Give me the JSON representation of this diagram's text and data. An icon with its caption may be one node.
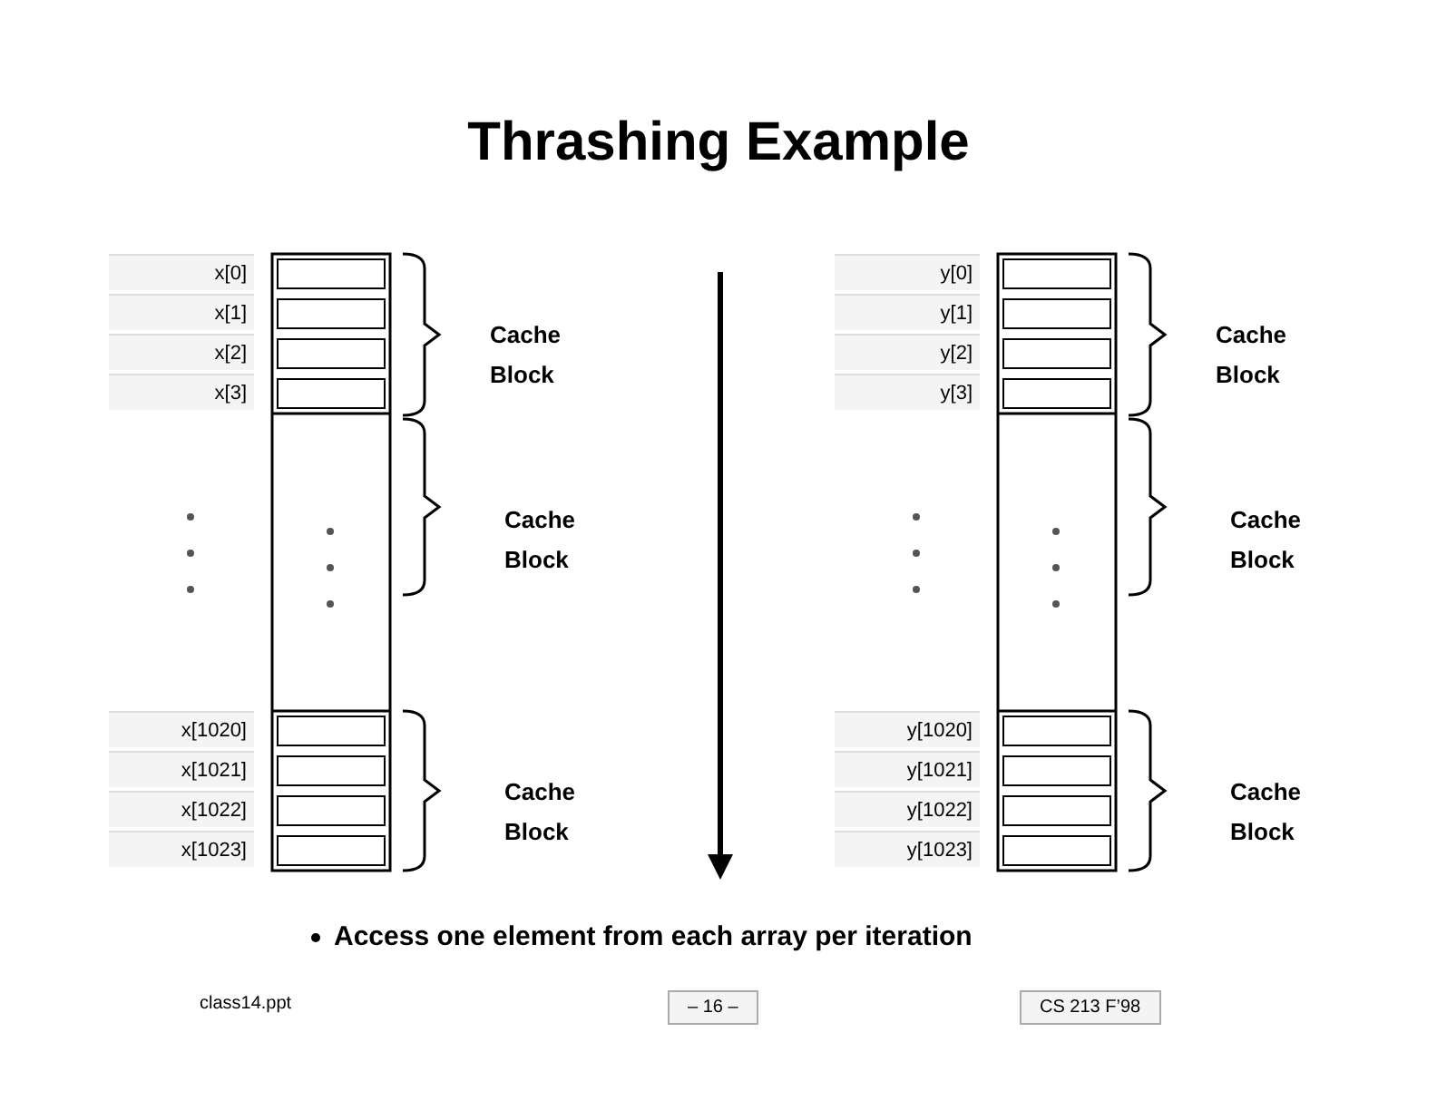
{
  "diagram": {
    "title": "Thrashing Example",
    "labels": [
      "x[0]",
      "x[1]",
      "x[2]",
      "x[3]",
      "Cache Block",
      "Cache Block",
      "x[1020]",
      "x[1021]",
      "x[1022]",
      "x[1023]",
      "Cache Block",
      "y[0]",
      "y[1]",
      "y[2]",
      "y[3]",
      "Cache Block",
      "Cache Block",
      "y[1020]",
      "y[1021]",
      "y[1022]",
      "y[1023]",
      "Cache Block",
      "Access one element from each array per iteration",
      "class14.ppt",
      "– 16 –",
      "CS 213 F’98"
    ]
  }
}
